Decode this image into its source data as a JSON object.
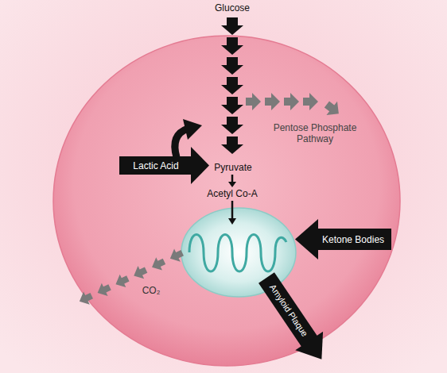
{
  "diagram": {
    "labels": [
      "Glucose",
      "Pentose Phosphate Pathway",
      "Lactic Acid",
      "Pyruvate",
      "Acetyl Co-A",
      "Ketone Bodies",
      "CO₂",
      "Amyloid Plaque"
    ]
  }
}
